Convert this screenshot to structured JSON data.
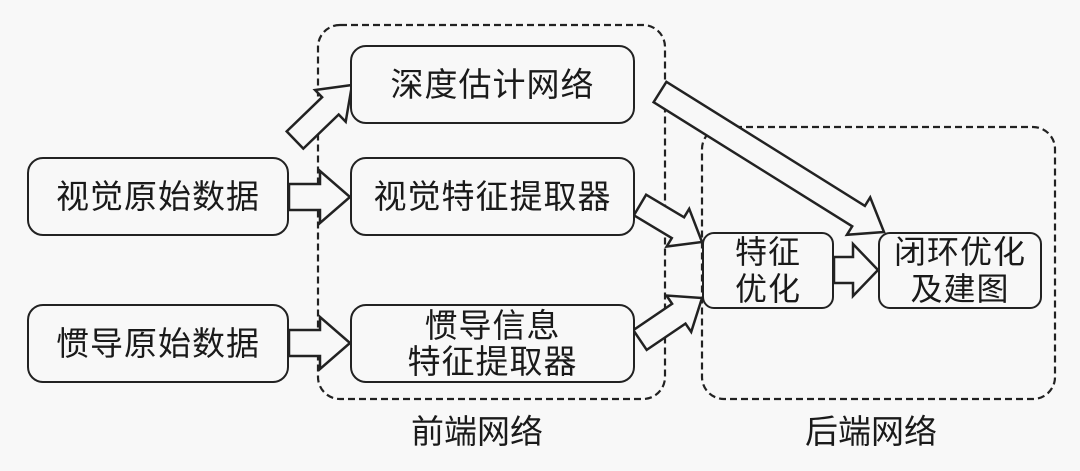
{
  "diagram": {
    "groups": [
      {
        "id": "frontend",
        "label": "前端网络"
      },
      {
        "id": "backend",
        "label": "后端网络"
      }
    ],
    "nodes": {
      "visual_raw": {
        "lines": [
          "视觉原始数据"
        ]
      },
      "inertial_raw": {
        "lines": [
          "惯导原始数据"
        ]
      },
      "depth_net": {
        "lines": [
          "深度估计网络"
        ]
      },
      "visual_feat": {
        "lines": [
          "视觉特征提取器"
        ]
      },
      "inertial_feat": {
        "lines": [
          "惯导信息",
          "特征提取器"
        ]
      },
      "feat_opt": {
        "lines": [
          "特征",
          "优化"
        ]
      },
      "loop_closure": {
        "lines": [
          "闭环优化",
          "及建图"
        ]
      }
    },
    "edges": [
      {
        "from": "visual_raw",
        "to": "depth_net"
      },
      {
        "from": "visual_raw",
        "to": "visual_feat"
      },
      {
        "from": "inertial_raw",
        "to": "inertial_feat"
      },
      {
        "from": "depth_net",
        "to": "loop_closure"
      },
      {
        "from": "visual_feat",
        "to": "feat_opt"
      },
      {
        "from": "inertial_feat",
        "to": "feat_opt"
      },
      {
        "from": "feat_opt",
        "to": "loop_closure"
      }
    ],
    "colors": {
      "stroke": "#222222",
      "background": "#f8f8f8"
    }
  }
}
